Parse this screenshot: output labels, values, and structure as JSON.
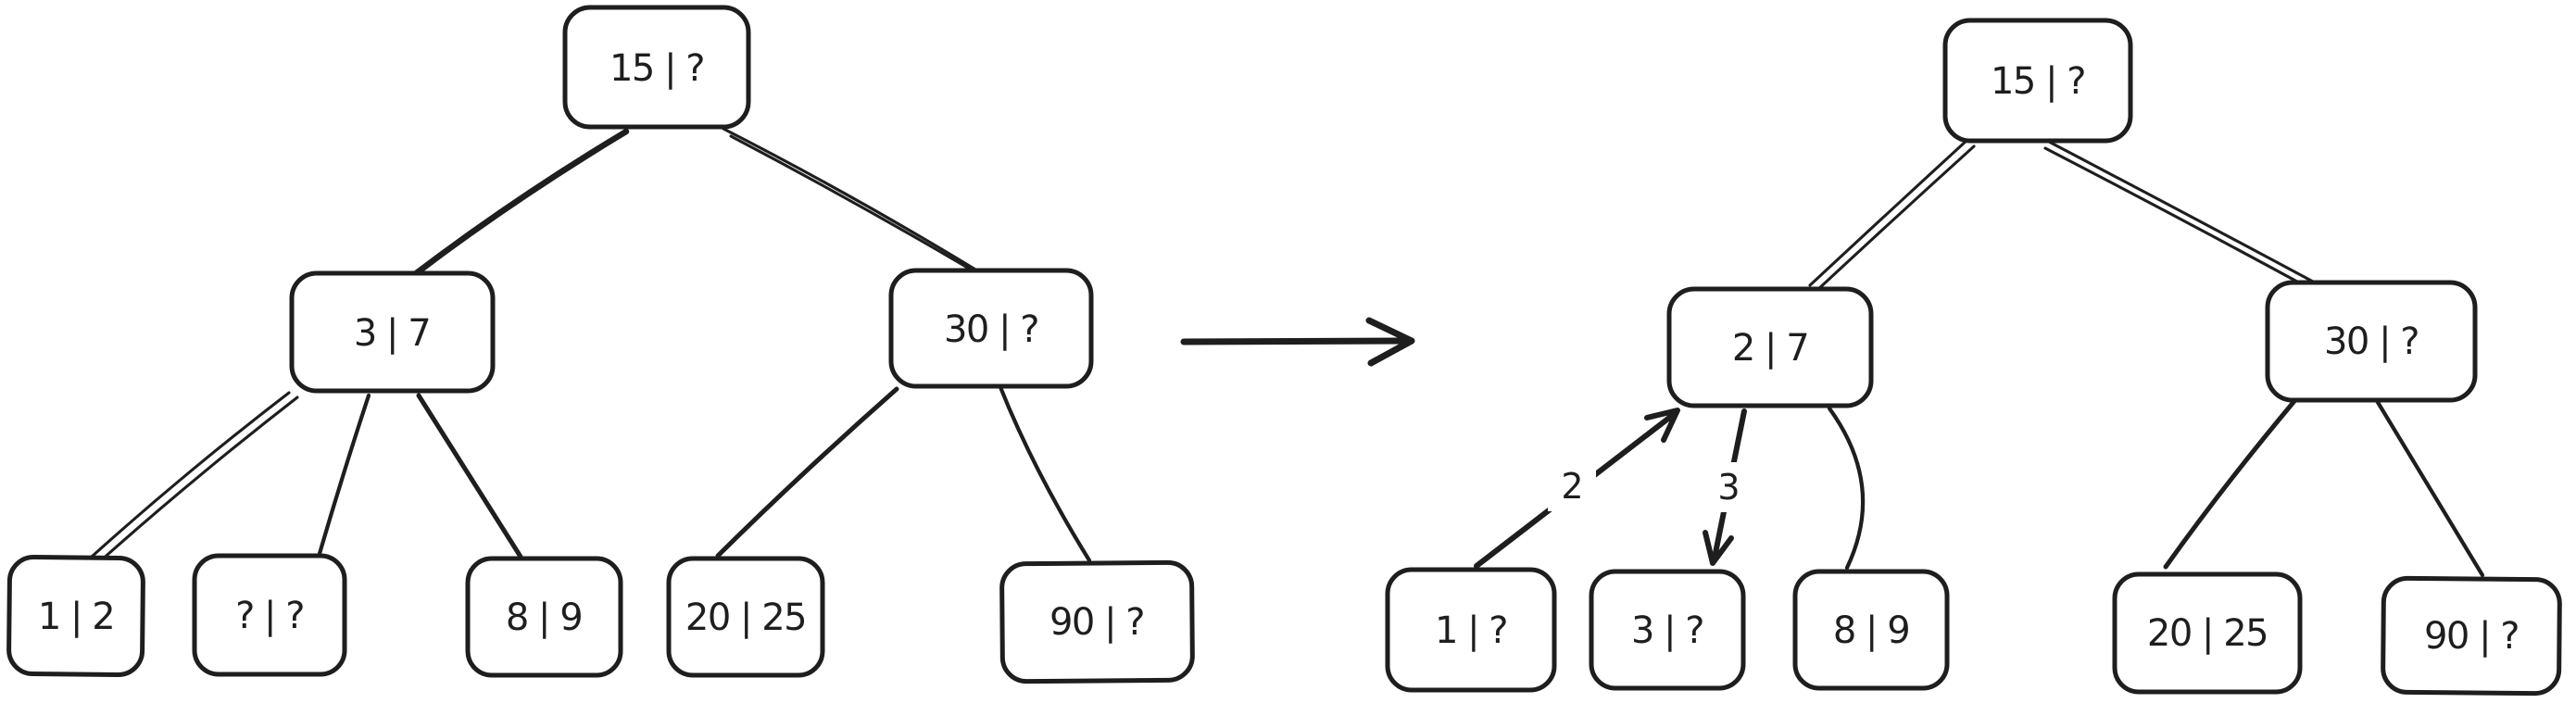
{
  "colors": {
    "ink": "#1e1e1e",
    "background": "#ffffff"
  },
  "left_tree": {
    "root": {
      "label": "15 | ?"
    },
    "internal": [
      {
        "label": "3 | 7"
      },
      {
        "label": "30 | ?"
      }
    ],
    "leaves": [
      {
        "label": "1 | 2"
      },
      {
        "label": "? | ?"
      },
      {
        "label": "8 | 9"
      },
      {
        "label": "20 | 25"
      },
      {
        "label": "90 | ?"
      }
    ]
  },
  "right_tree": {
    "root": {
      "label": "15 | ?"
    },
    "internal": [
      {
        "label": "2 | 7"
      },
      {
        "label": "30 | ?"
      }
    ],
    "leaves": [
      {
        "label": "1 | ?"
      },
      {
        "label": "3 | ?"
      },
      {
        "label": "8 | 9"
      },
      {
        "label": "20 | 25"
      },
      {
        "label": "90 | ?"
      }
    ],
    "move_up_arrow_label": "2",
    "move_down_arrow_label": "3"
  }
}
